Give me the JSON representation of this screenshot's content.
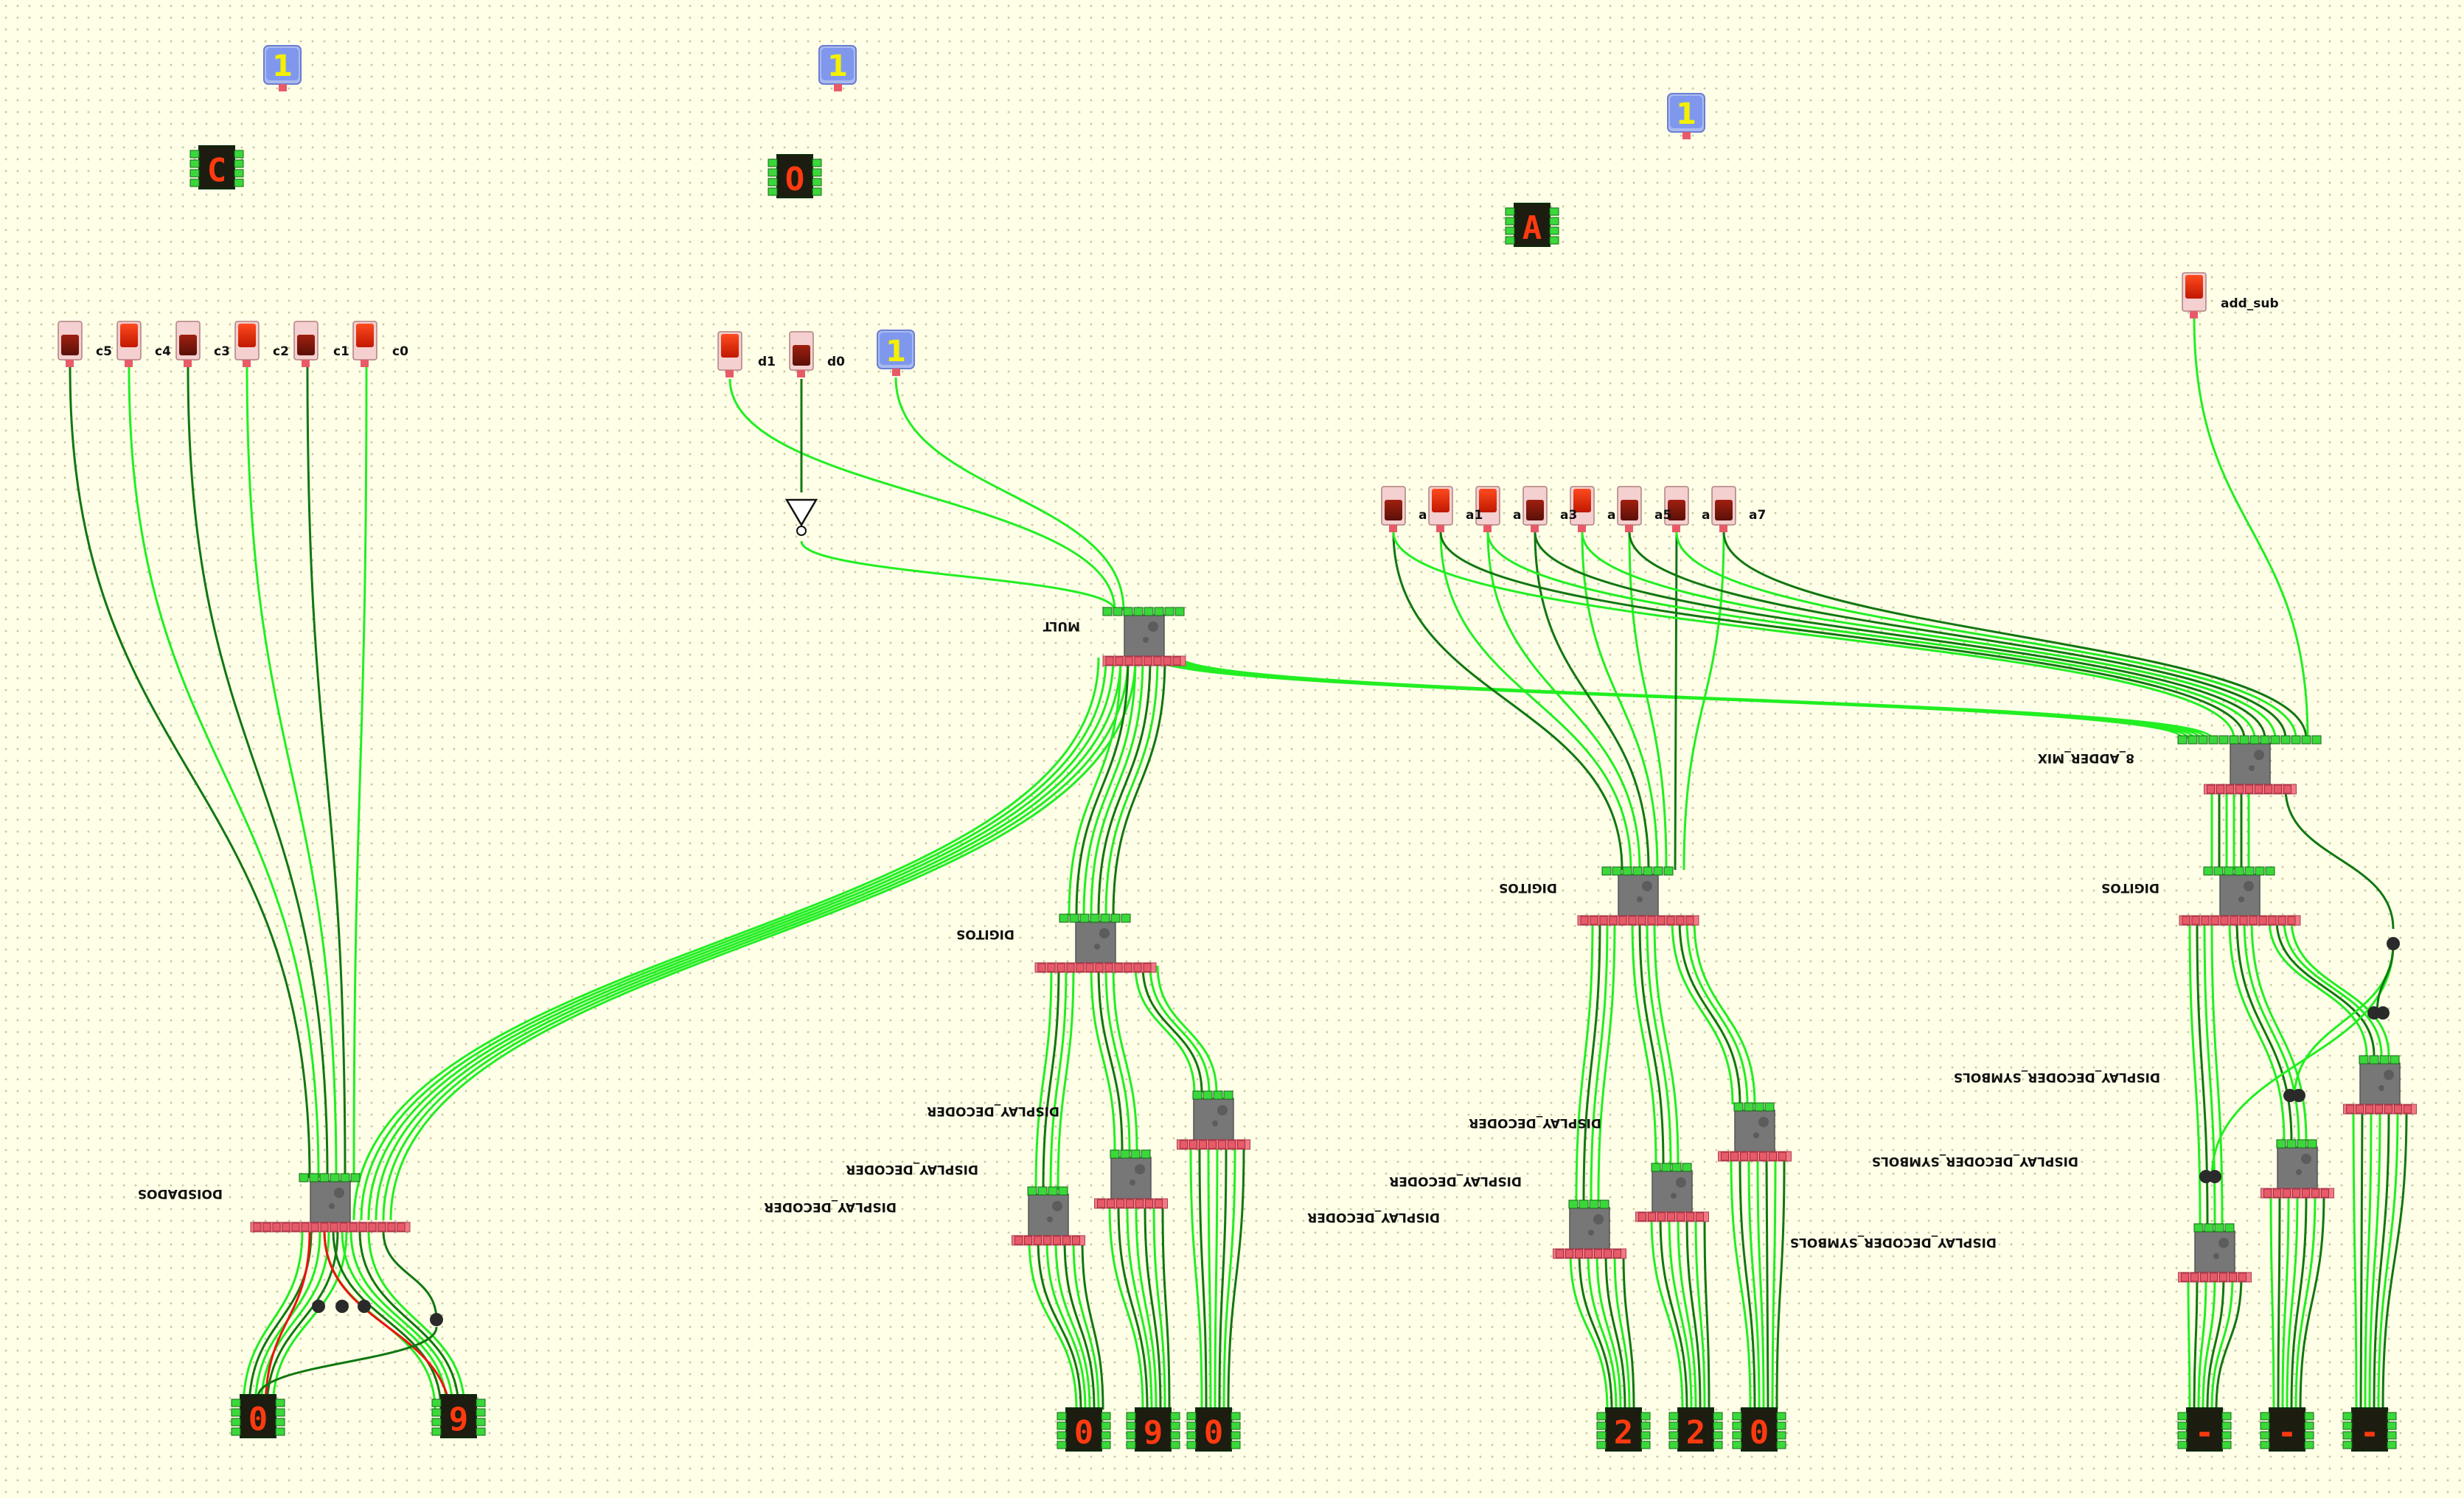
{
  "canvas": {
    "background": "#ffffe8",
    "grid_dot_color": "#c9c9a4"
  },
  "colors": {
    "wire_on": "#22ee22",
    "wire_off": "#117711",
    "wire_error": "#ee1111",
    "pin": "#e85a68",
    "block": "#777777",
    "const_bg": "#7f98ee",
    "const_text": "#f4f000",
    "segment_on": "#ff3a10"
  },
  "constants": [
    {
      "id": "const-c",
      "value": "1"
    },
    {
      "id": "const-o",
      "value": "1"
    },
    {
      "id": "const-a",
      "value": "1"
    },
    {
      "id": "const-d",
      "value": "1"
    }
  ],
  "switches": {
    "c": [
      {
        "label": "c5",
        "state": "off"
      },
      {
        "label": "c4",
        "state": "on"
      },
      {
        "label": "c3",
        "state": "off"
      },
      {
        "label": "c2",
        "state": "on"
      },
      {
        "label": "c1",
        "state": "off"
      },
      {
        "label": "c0",
        "state": "on"
      }
    ],
    "d": [
      {
        "label": "d1",
        "state": "on"
      },
      {
        "label": "d0",
        "state": "off"
      }
    ],
    "a": [
      {
        "label": "a",
        "state": "off"
      },
      {
        "label": "a1",
        "state": "on"
      },
      {
        "label": "a",
        "state": "on"
      },
      {
        "label": "a3",
        "state": "off"
      },
      {
        "label": "a",
        "state": "on"
      },
      {
        "label": "a5",
        "state": "off"
      },
      {
        "label": "a",
        "state": "off"
      },
      {
        "label": "a7",
        "state": "off"
      }
    ],
    "add_sub": {
      "label": "add_sub",
      "state": "on"
    }
  },
  "blocks": {
    "doisdados": "DOISDADOS",
    "mult": "MULT",
    "digitos_1": "DIGITOS",
    "digitos_2": "DIGITOS",
    "digitos_3": "DIGITOS",
    "adder": "8_ADDER_MIX",
    "dec_1a": "DISPLAY_DECODER",
    "dec_1b": "DISPLAY_DECODER",
    "dec_1c": "DISPLAY_DECODER",
    "dec_2a": "DISPLAY_DECODER",
    "dec_2b": "DISPLAY_DECODER",
    "dec_2c": "DISPLAY_DECODER",
    "dec_3a": "DISPLAY_DECODER_SYMBOLS",
    "dec_3b": "DISPLAY_DECODER_SYMBOLS",
    "dec_3c": "DISPLAY_DECODER_SYMBOLS"
  },
  "displays": {
    "title_c": "C",
    "title_o": "O",
    "title_a": "A",
    "dice_1": "0",
    "dice_2": "9",
    "mult_1": "0",
    "mult_2": "9",
    "mult_3": "0",
    "adder_1": "2",
    "adder_2": "2",
    "adder_3": "0",
    "sym_1": "-",
    "sym_2": "-",
    "sym_3": "-"
  }
}
